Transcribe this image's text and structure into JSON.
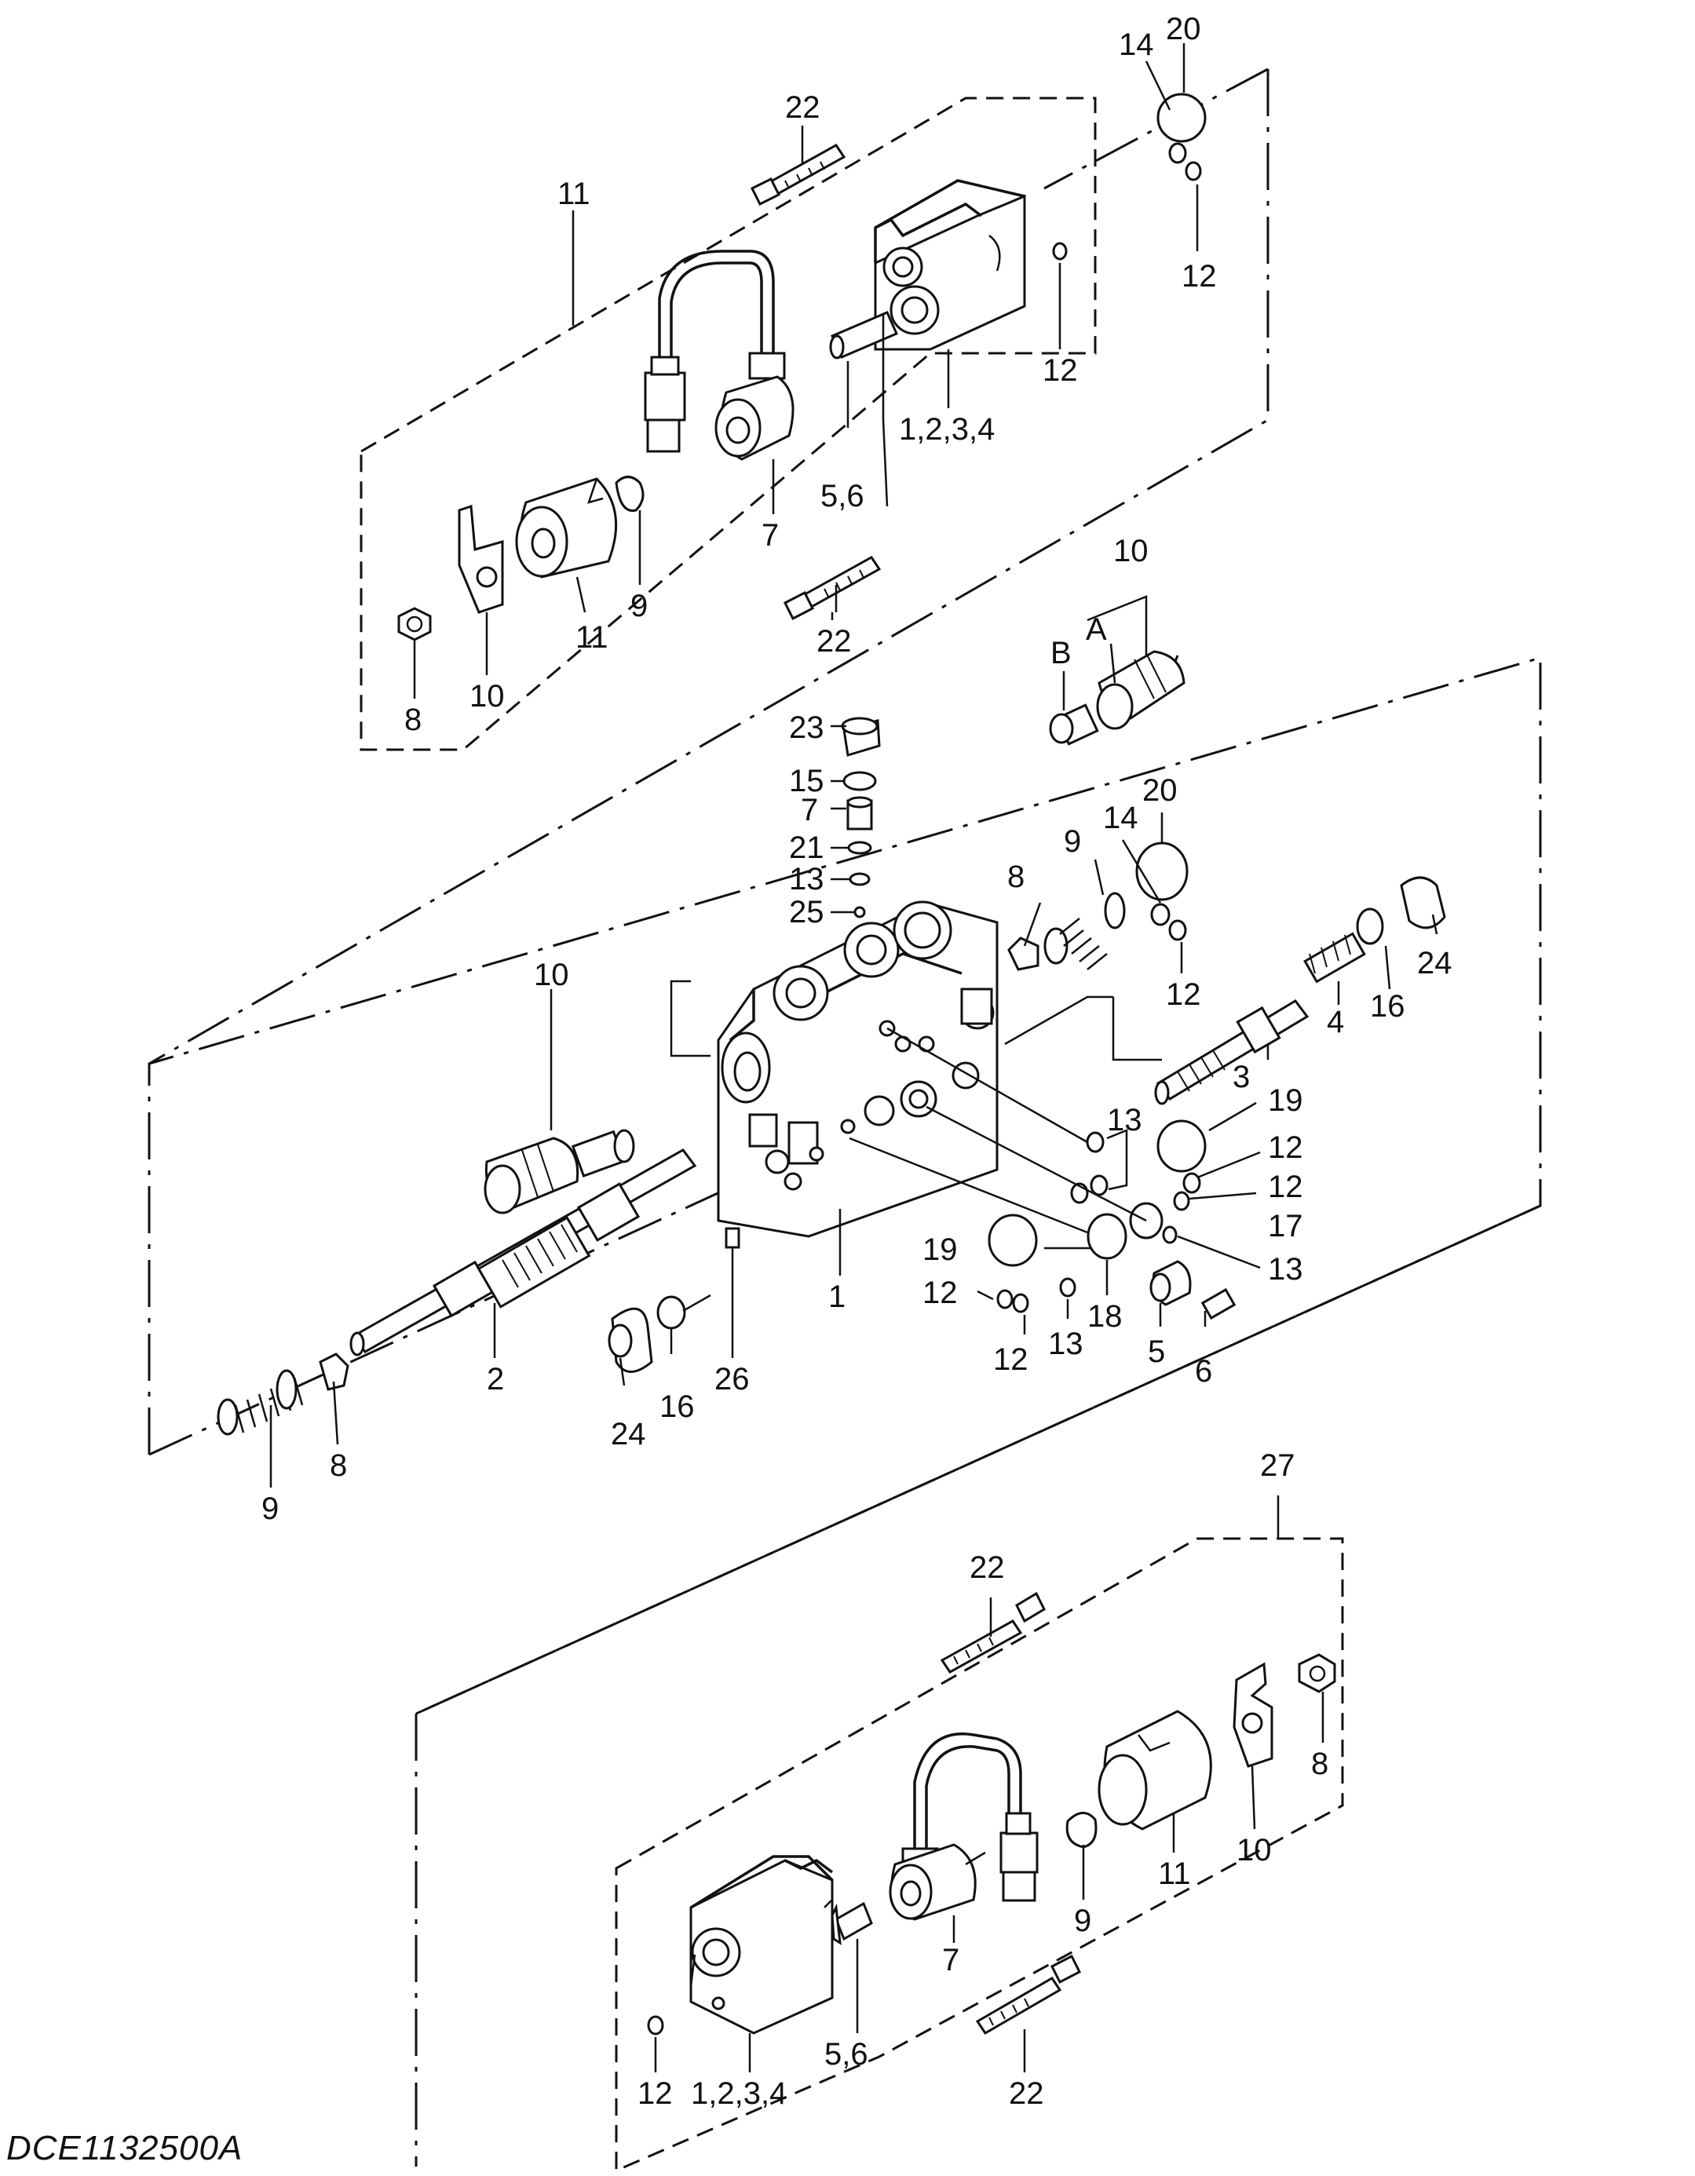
{
  "drawing_code": "DCE1132500A",
  "labels": {
    "top_assembly": {
      "l11_group": "11",
      "l22_upper": "22",
      "l14": "14",
      "l20": "20",
      "l12_right": "12",
      "l12_mid": "12",
      "l1234": "1,2,3,4",
      "l56": "5,6",
      "l7": "7",
      "l9": "9",
      "l11_part": "11",
      "l10": "10",
      "l8": "8",
      "l22_lower": "22"
    },
    "middle_assembly": {
      "l10_top": "10",
      "lA": "A",
      "lB": "B",
      "l23": "23",
      "l15": "15",
      "l7": "7",
      "l21": "21",
      "l13_stack": "13",
      "l25": "25",
      "l8_top": "8",
      "l9_top": "9",
      "l14": "14",
      "l20": "20",
      "l12_a": "12",
      "l24_right": "24",
      "l16_right": "16",
      "l4": "4",
      "l3": "3",
      "l10_left": "10",
      "l13_right": "13",
      "l19_right": "19",
      "l12_b": "12",
      "l12_c": "12",
      "l17": "17",
      "l13_far": "13",
      "l19_left": "19",
      "l12_d": "12",
      "l12_e": "12",
      "l13_low": "13",
      "l18": "18",
      "l5": "5",
      "l6": "6",
      "l1": "1",
      "l2": "2",
      "l26": "26",
      "l16_left": "16",
      "l24_left": "24",
      "l9_bottom": "9",
      "l8_bottom": "8"
    },
    "bottom_assembly": {
      "l27": "27",
      "l22_top": "22",
      "l8": "8",
      "l10": "10",
      "l11": "11",
      "l9": "9",
      "l7": "7",
      "l56": "5,6",
      "l12": "12",
      "l1234": "1,2,3,4",
      "l22_bottom": "22"
    }
  }
}
